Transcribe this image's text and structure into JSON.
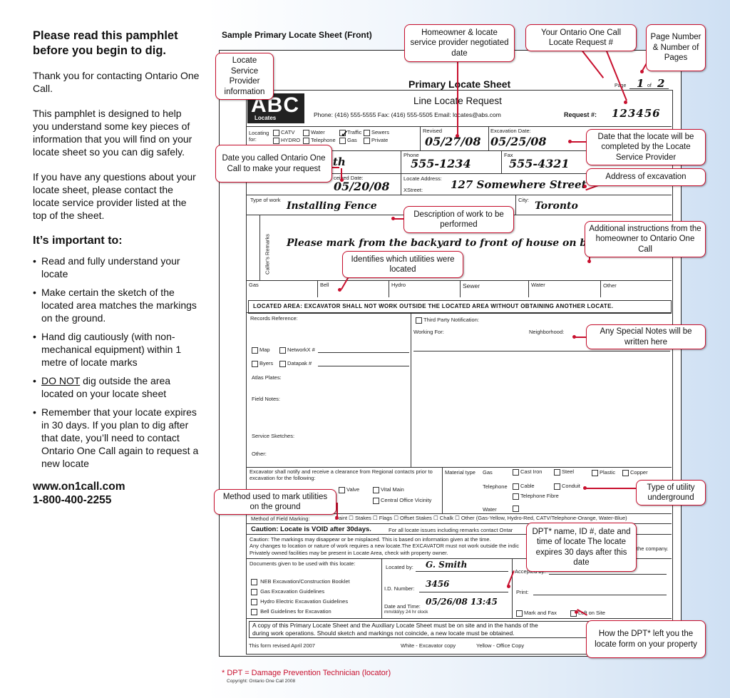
{
  "left": {
    "intro": "Please read this pamphlet before you begin to dig.",
    "p1": "Thank you for contacting Ontario One Call.",
    "p2": "This pamphlet is designed to help you understand some key pieces of information that you will find on your locate sheet so you can dig safely.",
    "p3": "If you have any questions about your locate sheet, please contact the locate service provider listed at the top of the sheet.",
    "heading": "It’s important to:",
    "bullets": [
      "Read and fully understand your locate",
      "Make certain the sketch of the located area matches the markings on the ground.",
      "Hand dig cautiously (with non-mechanical equipment) within 1 metre of locate marks",
      "",
      "Remember that your locate expires in 30 days.  If you plan to dig after that date, you’ll need to contact Ontario One Call again to request a new locate"
    ],
    "bullet4_a": "DO NOT",
    "bullet4_b": " dig outside the area located on your locate sheet",
    "website": "www.on1call.com",
    "phone": "1-800-400-2255"
  },
  "sample_title": "Sample Primary Locate Sheet (Front)",
  "sheet": {
    "title": "Primary Locate Sheet",
    "subtitle": "Line Locate Request",
    "logo": "ABC",
    "logo_sub": "Locates",
    "contact_line": "Phone: (416) 555-5555  Fax: (416) 555-5505  Email: locates@abs.com",
    "page_label": "Page",
    "page_num": "1",
    "of_label": "of",
    "page_total": "2",
    "request_label": "Request #:",
    "request_num": "123456",
    "locating_for": "Locating for:",
    "util_catv": "CATV",
    "util_hydro": "HYDRO",
    "util_water": "Water",
    "util_telephone": "Telephone",
    "util_traffic": "Traffic",
    "util_gas": "Gas",
    "util_sewers": "Sewers",
    "util_private": "Private",
    "revised_label": "Revised",
    "revised_val": "05/27/08",
    "excavation_label": "Excavation Date:",
    "excavation_val": "05/25/08",
    "name_partial": "th",
    "phone_label": "Phone",
    "phone_val": "555-1234",
    "fax_label": "Fax",
    "fax_val": "555-4321",
    "received_label": "ceived Date:",
    "received_val": "05/20/08",
    "address_label": "Locate Address:",
    "xstreet_label": "XStreet:",
    "address_val": "127 Somewhere Street",
    "type_label": "Type of work",
    "type_val": "Installing Fence",
    "city_label": "City:",
    "city_val": "Toronto",
    "callers_label": "Caller's Remarks",
    "remarks_val": "Please mark from the backyard to front of house on both sides.",
    "util_cols": [
      "Gas",
      "Bell",
      "Hydro",
      "Sewer",
      "Water",
      "Other"
    ],
    "located_area": "LOCATED AREA: EXCAVATOR SHALL NOT WORK OUTSIDE THE LOCATED AREA WITHOUT OBTAINING ANOTHER LOCATE.",
    "records_ref": "Records Reference:",
    "third_party": "Third Party Notification:",
    "working_for": "Working For:",
    "neighborhood": "Neighborhood:",
    "map": "Map",
    "networkx": "NetworkX #",
    "byers": "Byers",
    "datapak": "Datapak #",
    "atlas": "Atlas Plates:",
    "field_notes": "Field Notes:",
    "service_sketches": "Service Sketches:",
    "other_label": "Other:",
    "excavator_notify": "Excavator shall notify and receive a clearance from Regional contacts prior to excavation for the following:",
    "valve": "Valve",
    "vital_main": "Vital Main",
    "central_office": "Central Office Vicinity",
    "material_type": "Material type",
    "mt_gas": "Gas",
    "cast_iron": "Cast Iron",
    "steel": "Steel",
    "plastic": "Plastic",
    "copper": "Copper",
    "mt_telephone": "Telephone",
    "cable": "Cable",
    "conduit": "Conduit",
    "telephone_fibre": "Telephone Fibre",
    "mt_water": "Water",
    "method_line": "Method of Field Marking:",
    "method_opts": "Paint  ☐ Stakes ☐ Flags  ☐ Offset Stakes ☐ Chalk  ☐ Other  (Gas-Yellow, Hydro-Red, CATV/Telephone-Orange, Water-Blue)",
    "caution_void": "Caution: Locate is VOID after 30days.",
    "caution_void_small": "For all locate issues including remarks contact Ontar",
    "caution_text1": "Caution: The markings may disappear or be misplaced. This is based on information given at the time.",
    "caution_text2": "Any changes to location or nature of work requires a new locate.The EXCAVATOR must not work outside the indic",
    "caution_text3": "Privately owned facilities may be present in Locate Area, check with property owner.",
    "the_company": "the company.",
    "docs_given": "Documents given to be used with this locate:",
    "doc1": "NEB Excavation/Construction Booklet",
    "doc2": "Gas Excavation Guidelines",
    "doc3": "Hydro Electric Excavation Guidelines",
    "doc4": "Bell Guidelines for Excavation",
    "located_by": "Located by:",
    "located_by_val": "G. Smith",
    "id_number": "I.D. Number:",
    "id_val": "3456",
    "date_time": "Date and Time:",
    "date_time_fmt": "mm/dd/yy 24 hr clock",
    "date_time_val": "05/26/08  13:45",
    "accepted_by": "Accepted by:",
    "print_label": "Print:",
    "mark_fax": "Mark and Fax",
    "left_on_site": "Left on Site",
    "copy_text1": "A copy of this Primary Locate Sheet and the Auxiliary Locate Sheet must be on site and in the hands of the",
    "copy_text2": "during work operations. Should sketch and markings not coincide, a new locate must be obtained.",
    "form_revised": "This form revised  April 2007",
    "white_copy": "White - Excavator copy",
    "yellow_copy": "Yellow - Office Copy"
  },
  "callouts": {
    "homeowner": "Homeowner & locate service provider negotiated date",
    "request": "Your Ontario One Call Locate Request #",
    "page": "Page Number & Number of Pages",
    "provider": "Locate Service Provider information",
    "completed": "Date that the locate will be completed by the Locate Service Provider",
    "date_called": "Date you called Ontario One Call to make your request",
    "address": "Address of excavation",
    "description": "Description of work to be performed",
    "additional": "Additional instructions from the homeowner to Ontario One Call",
    "identifies": "Identifies which utilities were located",
    "special": "Any Special Notes will be written here",
    "utility_type": "Type of utility underground",
    "method": "Method used to mark utilities on the ground",
    "dpt": "DPT* name, ID #, date and time of locate The locate expires 30 days after this date",
    "how_left": "How the DPT* left you the locate form on your property"
  },
  "footnote": "* DPT = Damage Prevention Technician (locator)",
  "copyright": "Copyright: Ontario One Call 2008"
}
